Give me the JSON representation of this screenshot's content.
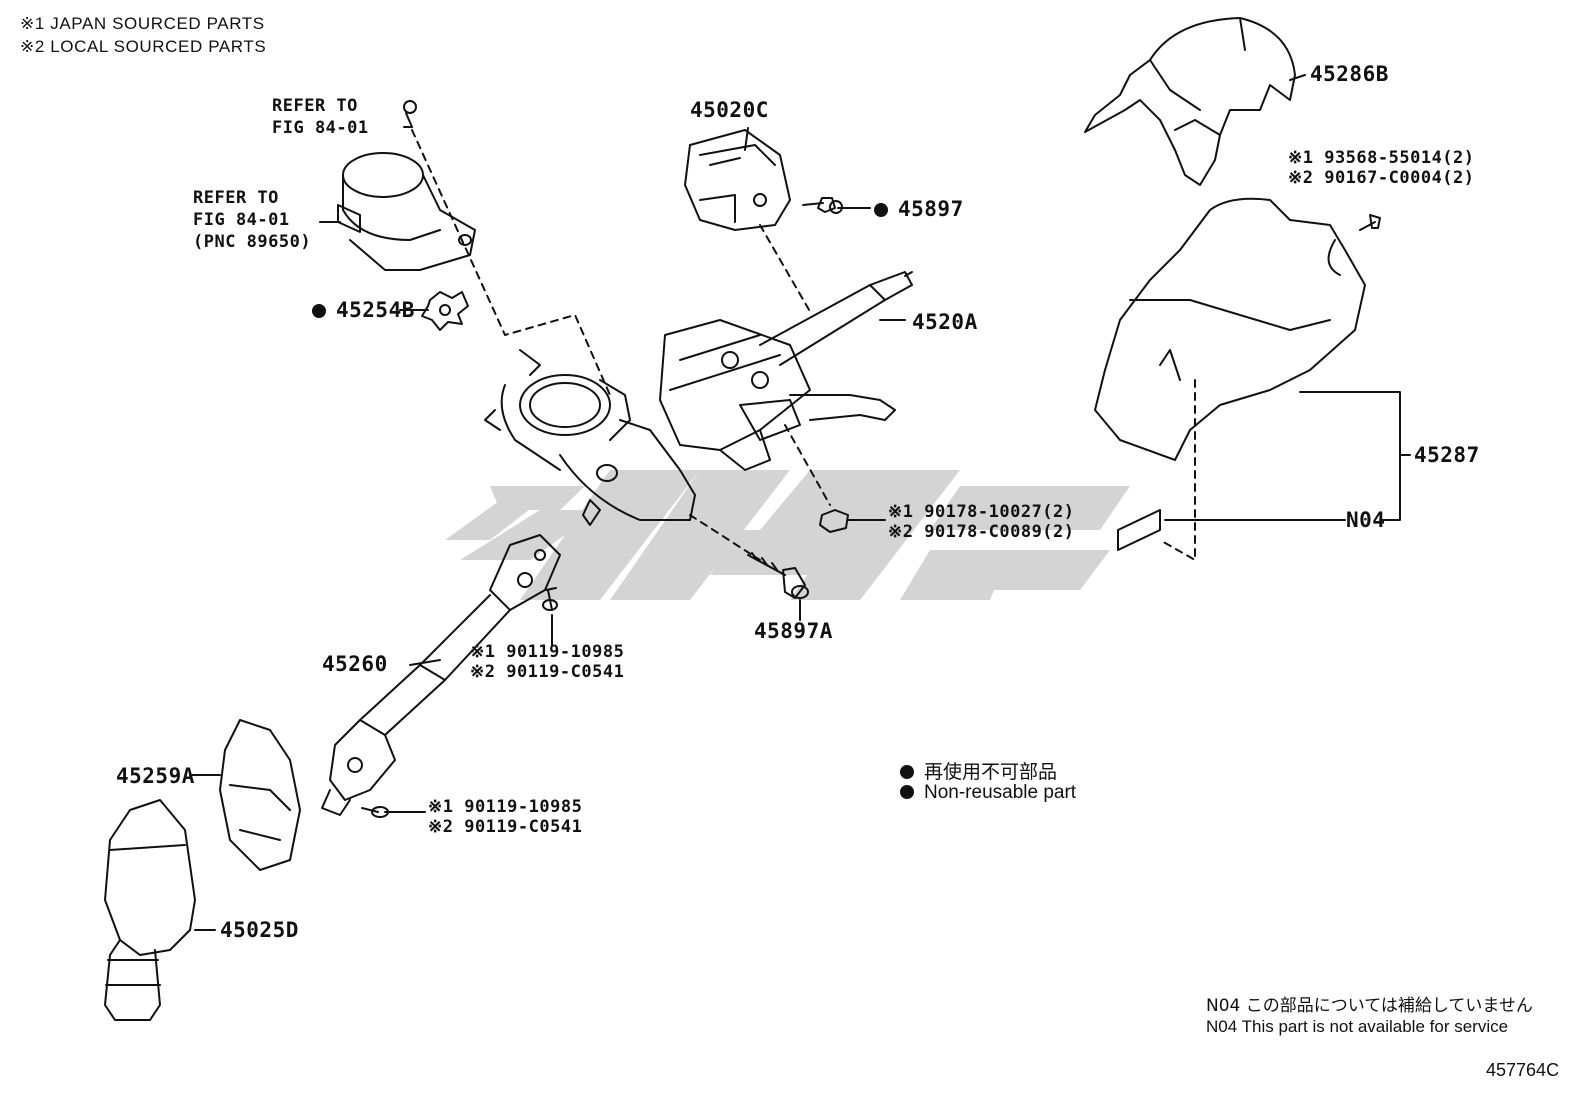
{
  "notes": {
    "japan_sourced": "※1 JAPAN SOURCED PARTS",
    "local_sourced": "※2 LOCAL SOURCED PARTS"
  },
  "refer_top": {
    "line1": "REFER TO",
    "line2": "FIG 84-01"
  },
  "refer_sensor": {
    "line1": "REFER TO",
    "line2": "FIG 84-01",
    "line3": "(PNC 89650)"
  },
  "parts": {
    "p45020C": "45020C",
    "p45897": "45897",
    "p45254B": "45254B",
    "p4520A": "4520A",
    "p45286B": "45286B",
    "p45287": "45287",
    "pN04": "N04",
    "p45897A": "45897A",
    "p45260": "45260",
    "p45259A": "45259A",
    "p45025D": "45025D"
  },
  "bolt_cover": {
    "j": "※1 93568-55014(2)",
    "l": "※2 90167-C0004(2)"
  },
  "nut_column": {
    "j": "※1 90178-10027(2)",
    "l": "※2 90178-C0089(2)"
  },
  "bolt_shaft": {
    "j": "※1 90119-10985",
    "l": "※2 90119-C0541"
  },
  "bolt_joint": {
    "j": "※1 90119-10985",
    "l": "※2 90119-C0541"
  },
  "legend": {
    "jp": "再使用不可部品",
    "en": "Non-reusable part"
  },
  "n04_note": {
    "jp": "N04 この部品については補給していません",
    "en": "N04 This part is not available for service"
  },
  "figure_id": "457764C",
  "colors": {
    "ink": "#111111",
    "watermark": "#d2d2d2"
  }
}
